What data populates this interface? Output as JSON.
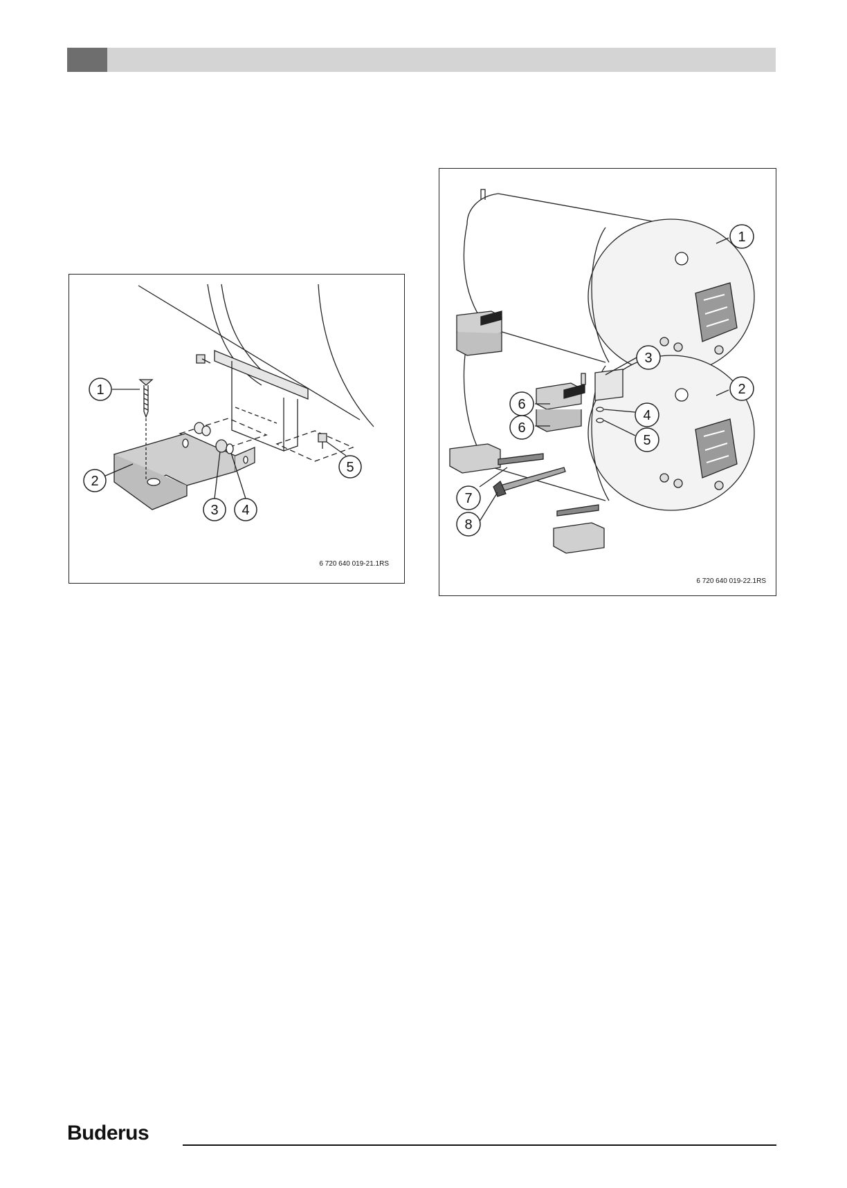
{
  "figure1": {
    "code": "6 720 640 019-21.1RS",
    "callouts": [
      "1",
      "2",
      "3",
      "4",
      "5"
    ]
  },
  "figure2": {
    "code": "6 720 640 019-22.1RS",
    "callouts": [
      "1",
      "2",
      "3",
      "4",
      "5",
      "6",
      "6",
      "7",
      "8"
    ]
  },
  "footer": {
    "brand": "Buderus"
  }
}
